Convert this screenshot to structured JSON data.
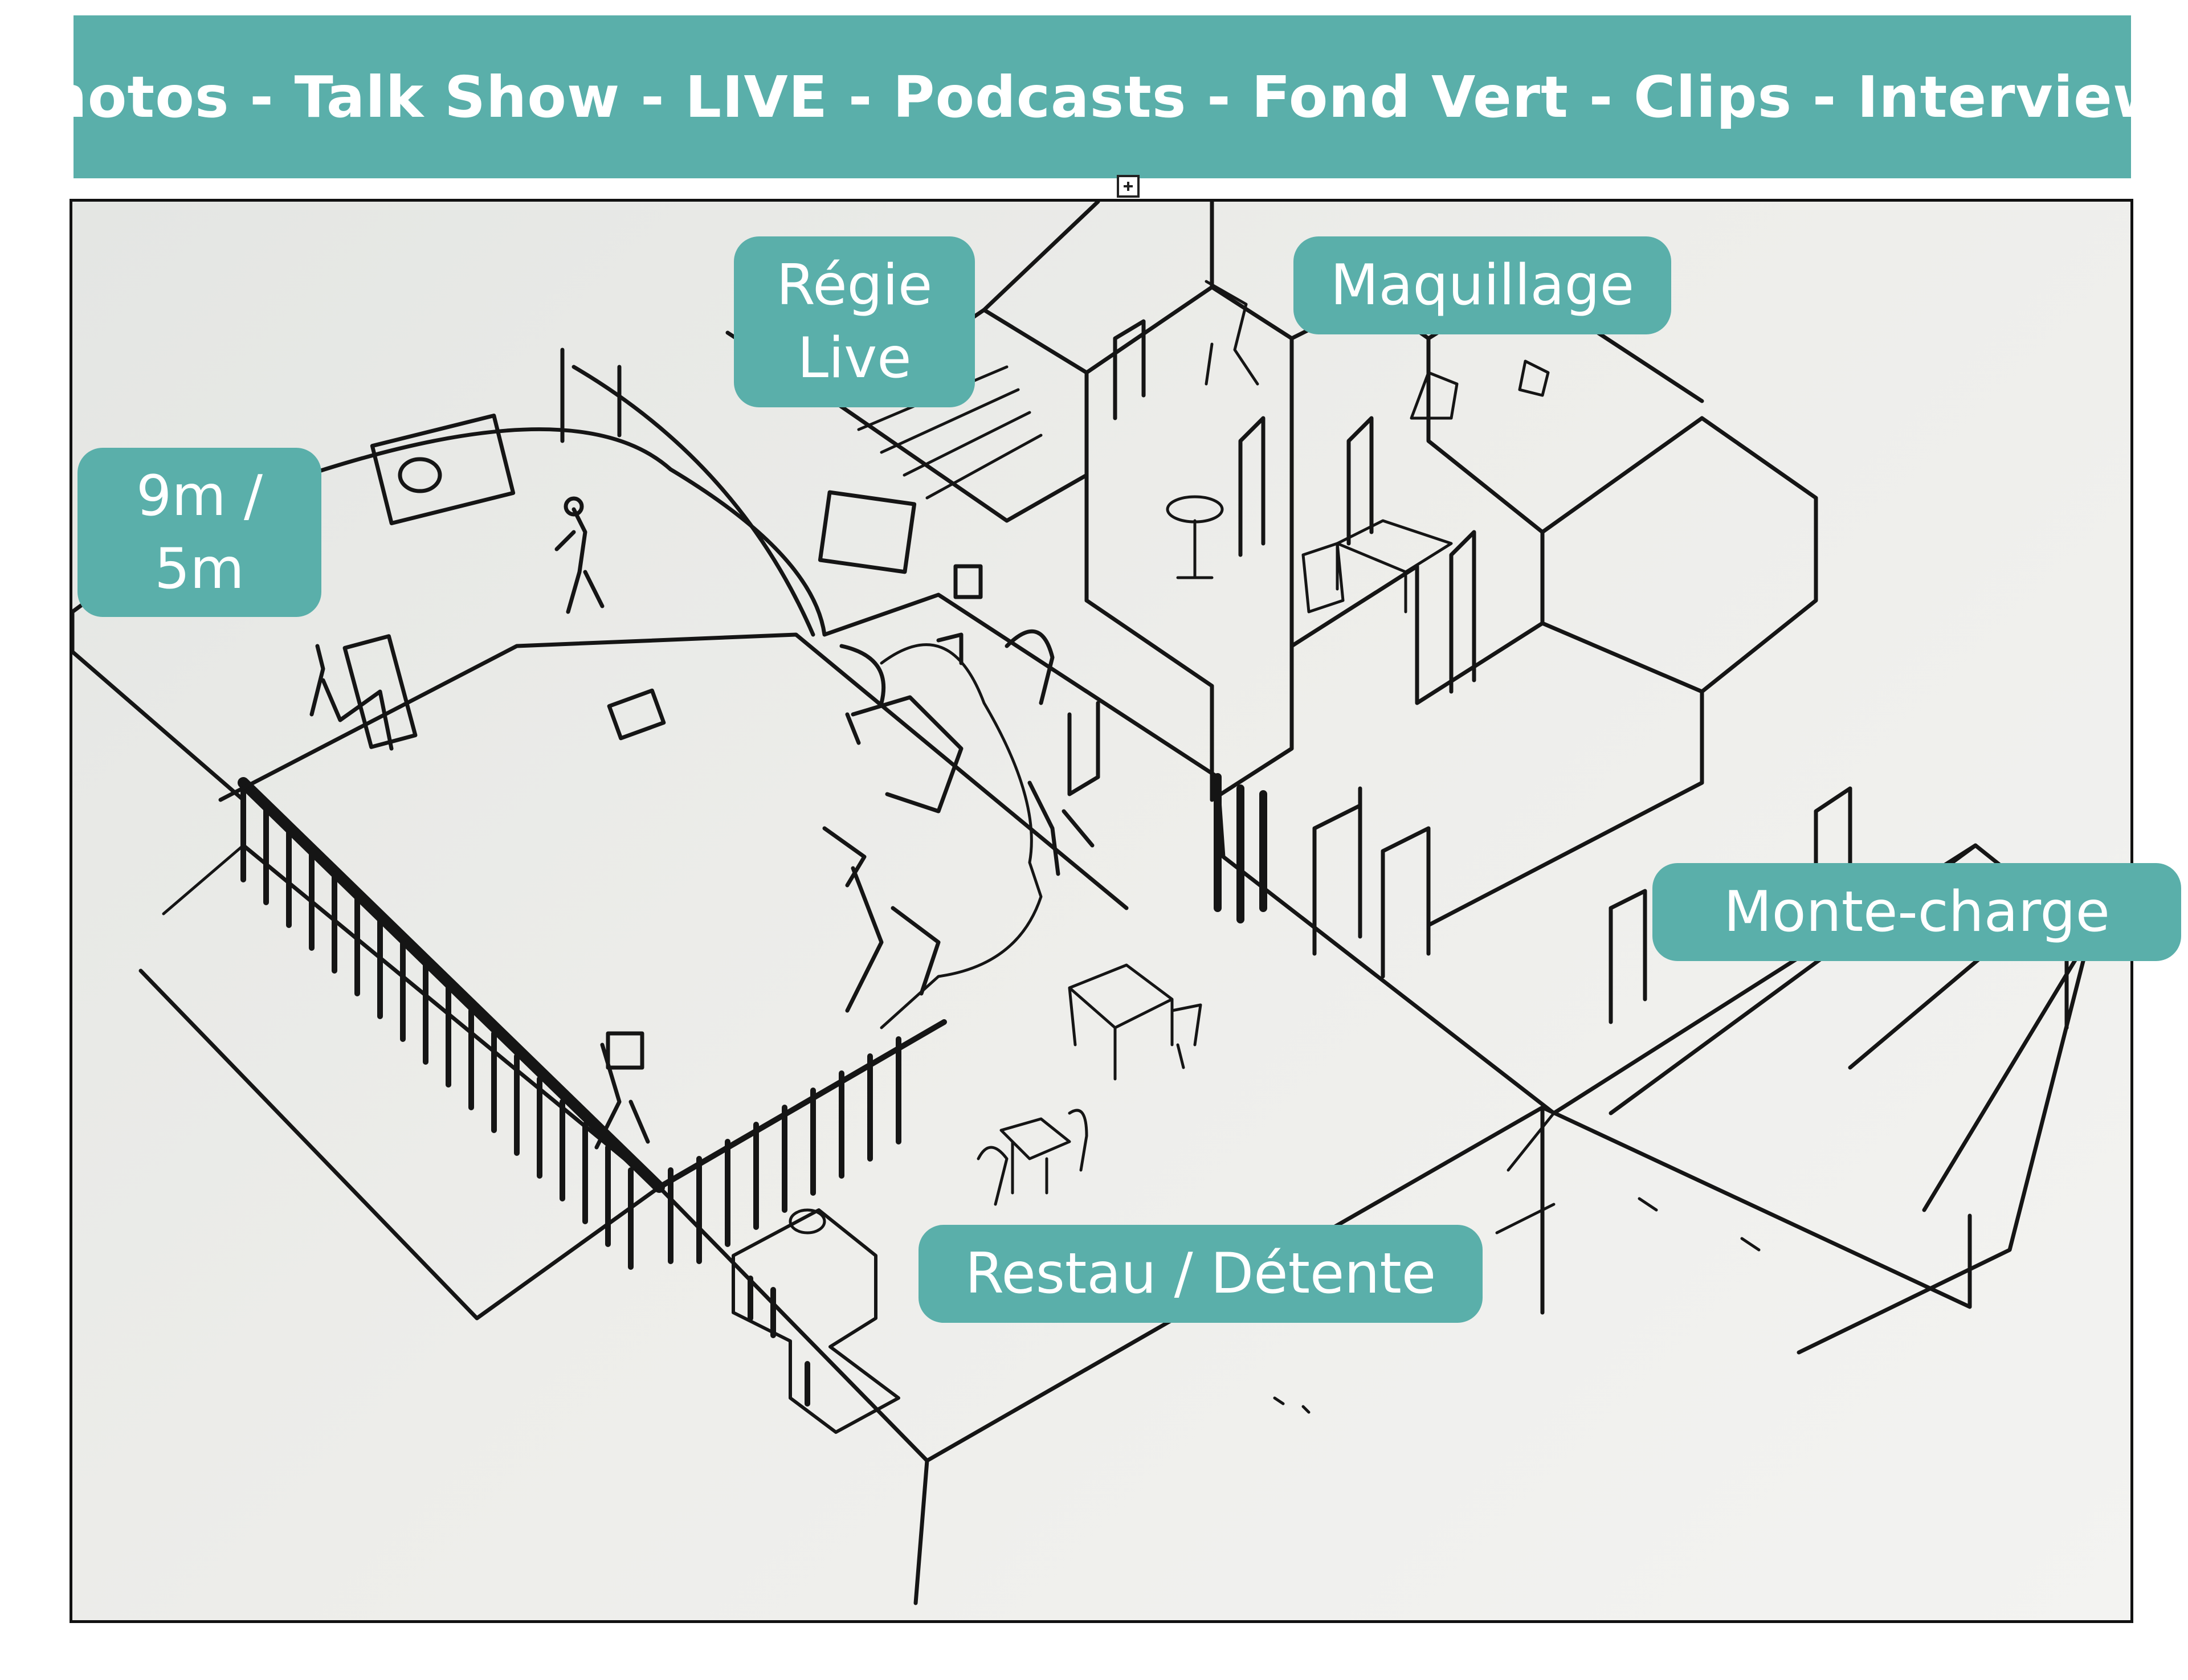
{
  "header": {
    "title": "Photos - Talk Show - LIVE - Podcasts - Fond Vert - Clips - Interviews"
  },
  "labels": {
    "regie": "Régie\nLive",
    "maquillage": "Maquillage",
    "dimensions": "9m /\n5m",
    "monte_charge": "Monte-charge",
    "restau": "Restau / Détente"
  },
  "colors": {
    "accent": "#5aafaa",
    "ink": "#151515",
    "paper": "#ebebe8"
  },
  "icons": {
    "anchor": "move-handle-icon"
  }
}
